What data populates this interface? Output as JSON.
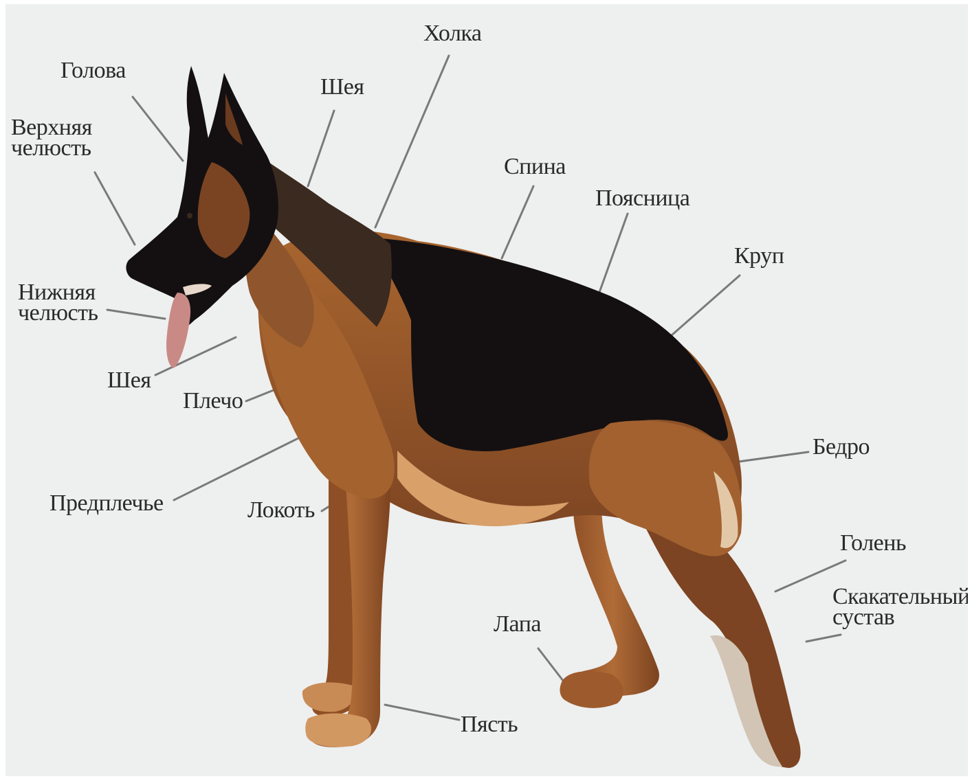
{
  "labels": {
    "golova": "Голова",
    "verkhnyaya_chelyust": "Верхняя\nчелюсть",
    "nizhnyaya_chelyust": "Нижняя\nчелюсть",
    "sheya_front": "Шея",
    "plecho": "Плечо",
    "predplechye": "Предплечье",
    "lokot": "Локоть",
    "sheya_top": "Шея",
    "kholka": "Холка",
    "spina": "Спина",
    "poyasnitsa": "Поясница",
    "krup": "Круп",
    "bedro": "Бедро",
    "golen": "Голень",
    "skakatelny_sustav": "Скакательный\nсустав",
    "lapa": "Лапа",
    "past": "Пясть"
  },
  "colors": {
    "background": "#eeefef",
    "fur_black": "#141011",
    "fur_tan": "#9a5a2e",
    "fur_light": "#d9a06a",
    "leader_line": "#7a7a7a",
    "label_text": "#2a2a2a"
  }
}
